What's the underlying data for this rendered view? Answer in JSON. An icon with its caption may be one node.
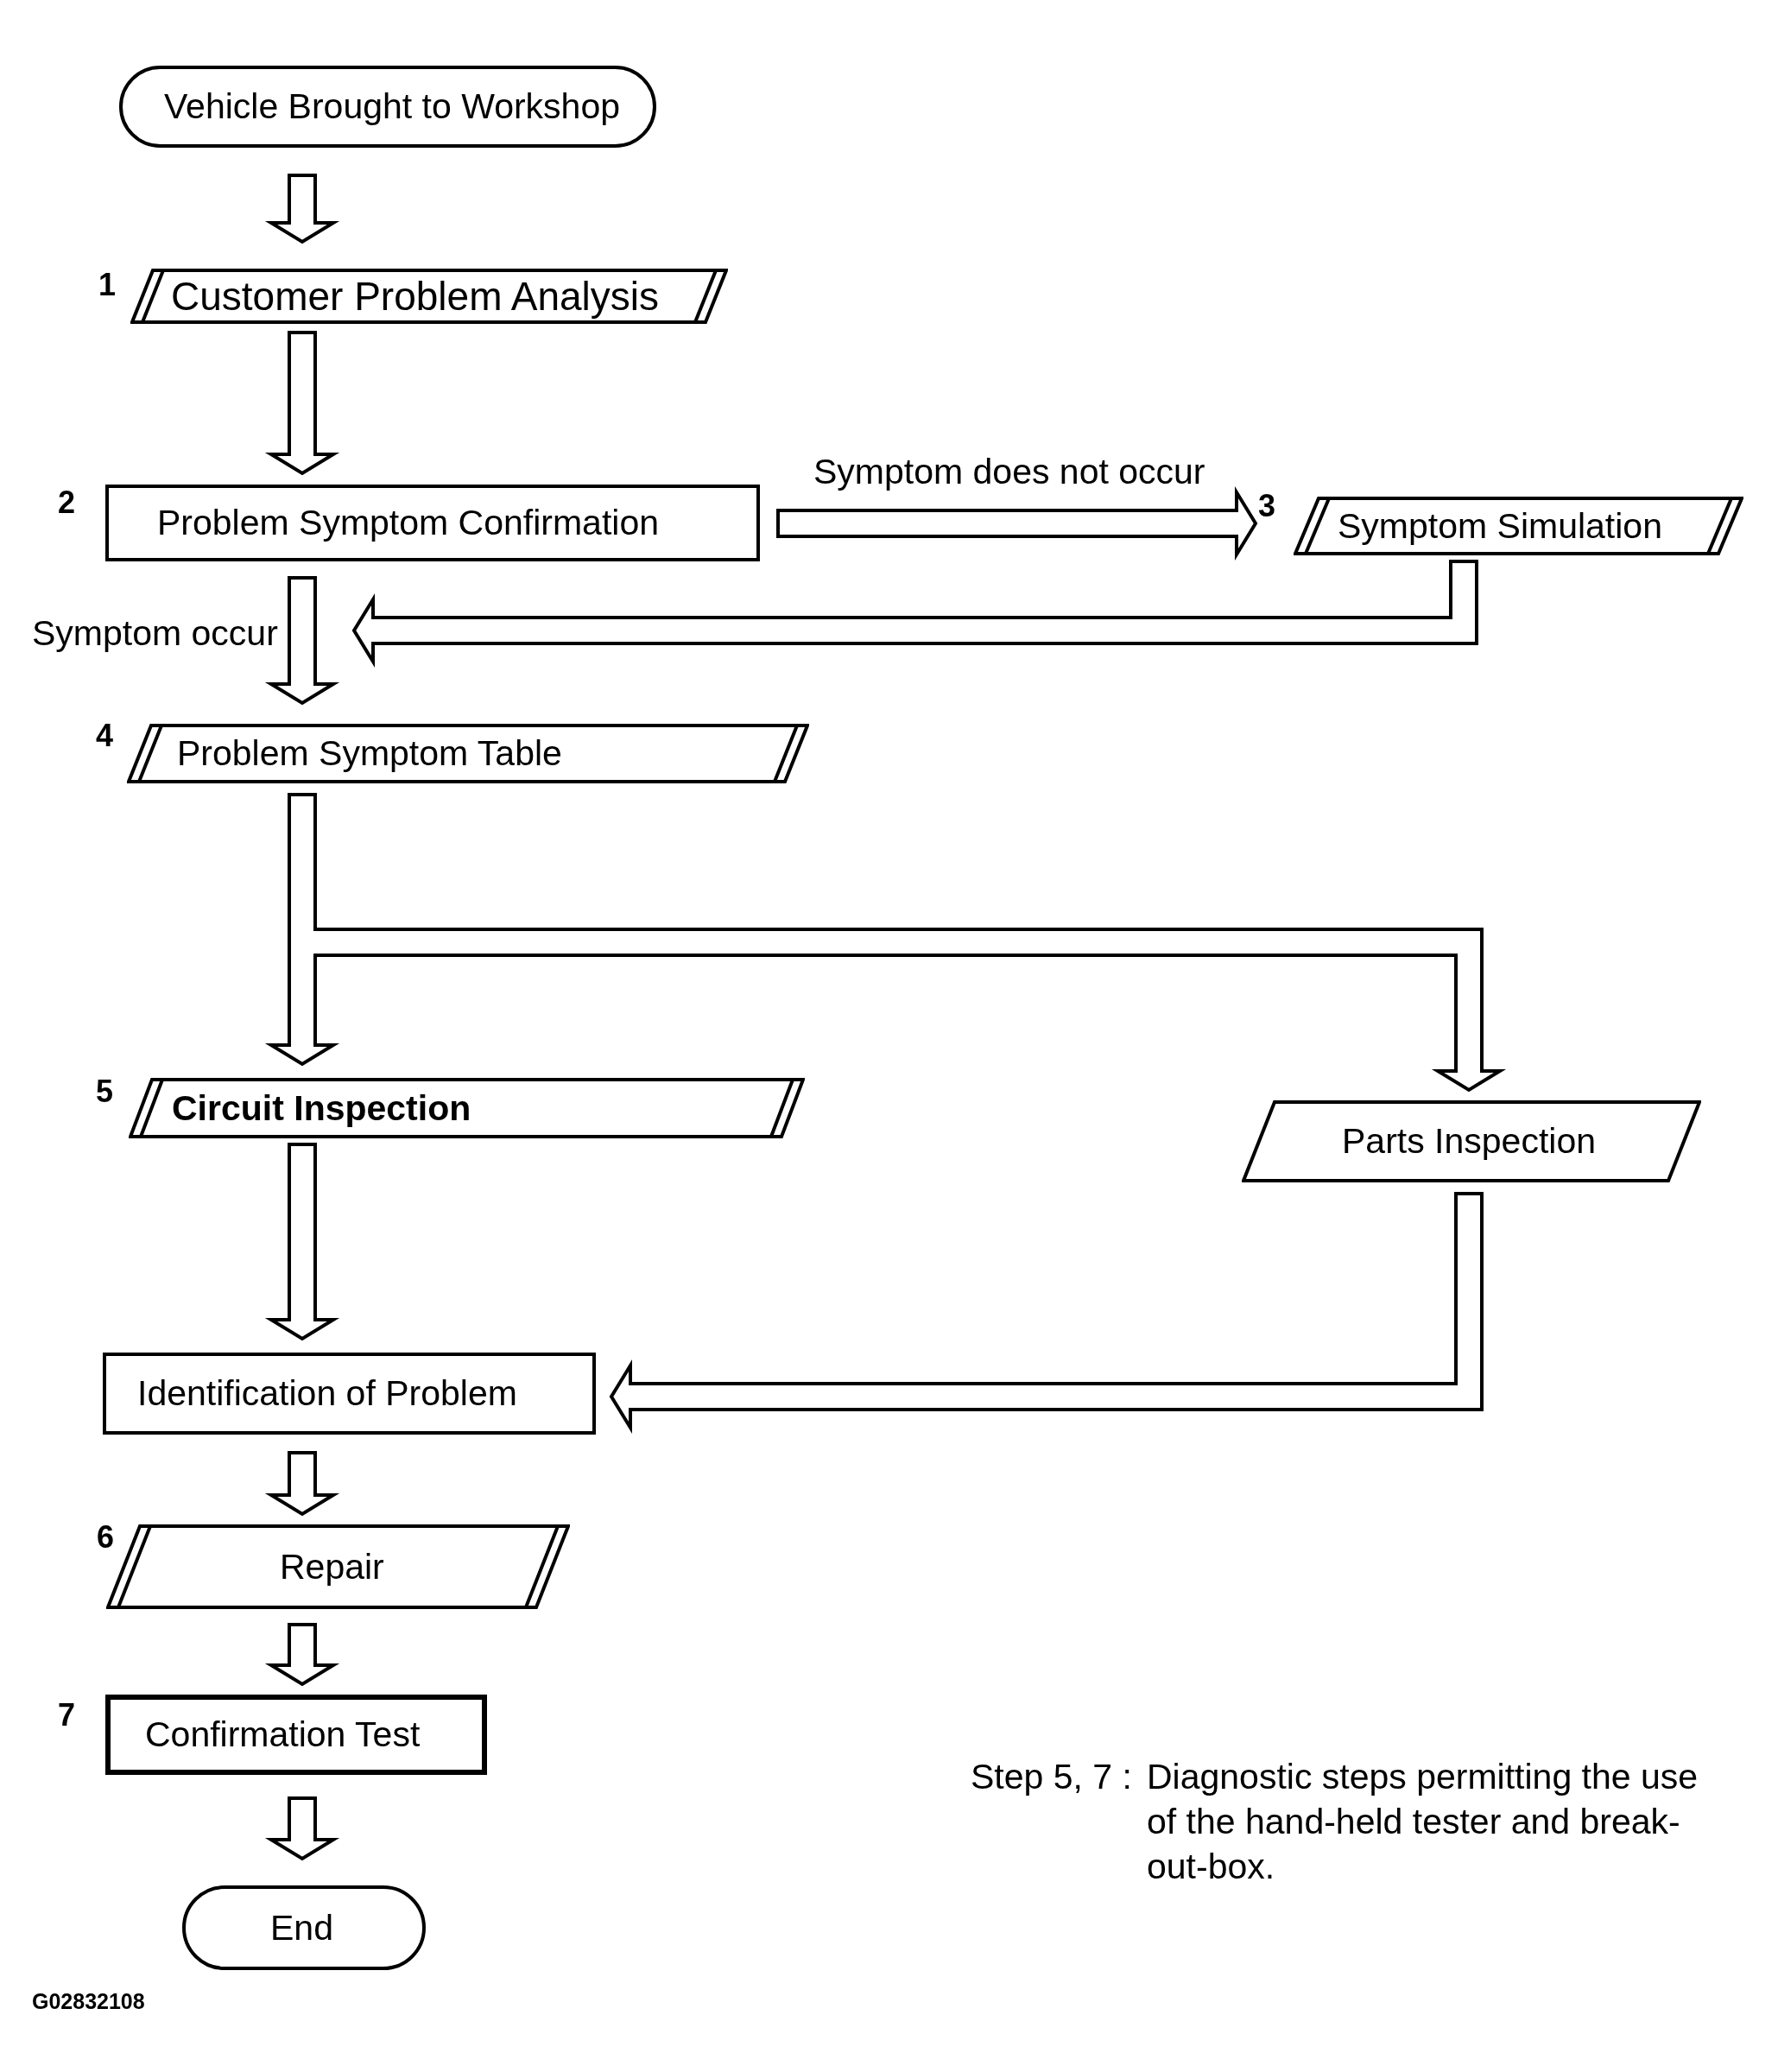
{
  "diagram": {
    "nodes": [
      {
        "text": [
          "Vehicle Brought to Workshop"
        ]
      },
      {
        "text": [
          "Customer Problem Analysis"
        ],
        "beside": [
          "1"
        ]
      },
      {
        "text": [
          "Problem Symptom Confirmation"
        ],
        "beside": [
          "2"
        ]
      },
      {
        "text": [
          "Symptom Simulation"
        ],
        "beside": [
          "3"
        ]
      },
      {
        "text": [
          "Problem Symptom Table"
        ],
        "beside": [
          "4"
        ]
      },
      {
        "text": [
          "Circuit Inspection"
        ],
        "beside": [
          "5"
        ]
      },
      {
        "text": [
          "Parts Inspection"
        ]
      },
      {
        "text": [
          "Identification of Problem"
        ]
      },
      {
        "text": [
          "Repair"
        ],
        "beside": [
          "6"
        ]
      },
      {
        "text": [
          "Confirmation Test"
        ],
        "beside": [
          "7"
        ]
      },
      {
        "text": [
          "End"
        ]
      }
    ],
    "edges": [
      {
        "from": 0,
        "to": 1,
        "arrow": "to"
      },
      {
        "from": 1,
        "to": 2,
        "arrow": "to"
      },
      {
        "from": 2,
        "to": 3,
        "arrow": "to",
        "label": "Symptom does not occur"
      },
      {
        "from": 3,
        "to": 4,
        "arrow": "to"
      },
      {
        "from": 2,
        "to": 4,
        "arrow": "to",
        "label": "Symptom occur"
      },
      {
        "from": 4,
        "to": 5,
        "arrow": "to"
      },
      {
        "from": 4,
        "to": 6,
        "arrow": "to"
      },
      {
        "from": 5,
        "to": 7,
        "arrow": "to"
      },
      {
        "from": 6,
        "to": 7,
        "arrow": "to"
      },
      {
        "from": 7,
        "to": 8,
        "arrow": "to"
      },
      {
        "from": 8,
        "to": 9,
        "arrow": "to"
      },
      {
        "from": 9,
        "to": 10,
        "arrow": "to"
      }
    ],
    "labels": [
      "Step 5, 7 :",
      "Diagnostic steps permitting the use of the hand-held tester and break-out-box.",
      "G02832108"
    ]
  }
}
